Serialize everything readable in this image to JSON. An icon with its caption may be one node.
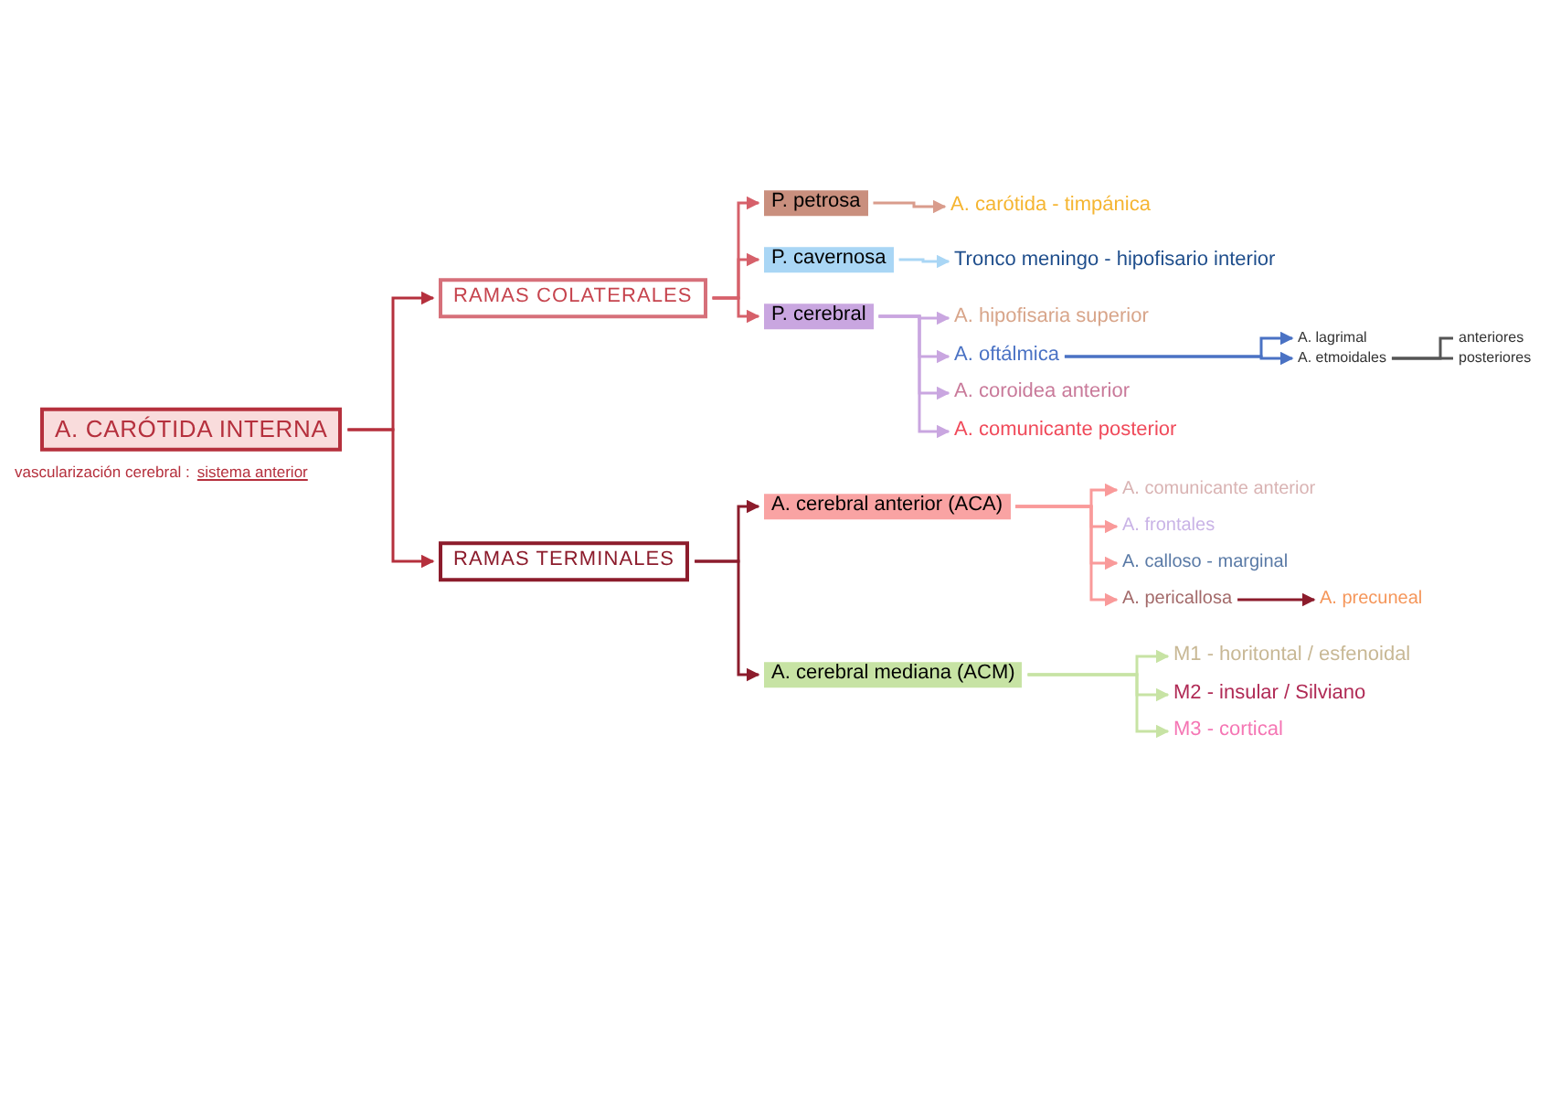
{
  "diagram": {
    "nodes": [
      {
        "text": [
          "A. CARÓTIDA INTERNA"
        ],
        "beside": [
          "vascularización cerebral :",
          "sistema anterior"
        ]
      },
      {
        "text": [
          "RAMAS COLATERALES"
        ]
      },
      {
        "text": [
          "RAMAS TERMINALES"
        ]
      },
      {
        "text": [
          "P. petrosa"
        ]
      },
      {
        "text": [
          "P. cavernosa"
        ]
      },
      {
        "text": [
          "P. cerebral"
        ]
      },
      {
        "text": [
          "A. carótida - timpánica"
        ]
      },
      {
        "text": [
          "Tronco meningo - hipofisario interior"
        ]
      },
      {
        "text": [
          "A. hipofisaria superior"
        ]
      },
      {
        "text": [
          "A. oftálmica"
        ]
      },
      {
        "text": [
          "A. coroidea anterior"
        ]
      },
      {
        "text": [
          "A. comunicante posterior"
        ]
      },
      {
        "text": [
          "A. lagrimal"
        ]
      },
      {
        "text": [
          "A. etmoidales"
        ]
      },
      {
        "text": [
          "anteriores"
        ]
      },
      {
        "text": [
          "posteriores"
        ]
      },
      {
        "text": [
          "A. cerebral anterior (ACA)"
        ]
      },
      {
        "text": [
          "A. cerebral mediana (ACM)"
        ]
      },
      {
        "text": [
          "A. comunicante anterior"
        ]
      },
      {
        "text": [
          "A. frontales"
        ]
      },
      {
        "text": [
          "A. calloso - marginal"
        ]
      },
      {
        "text": [
          "A. pericallosa"
        ]
      },
      {
        "text": [
          "A. precuneal"
        ]
      },
      {
        "text": [
          "M1 - horitontal / esfenoidal"
        ]
      },
      {
        "text": [
          "M2 - insular / Silviano"
        ]
      },
      {
        "text": [
          "M3 - cortical"
        ]
      }
    ],
    "edges": [
      {
        "from": 0,
        "to": 1,
        "arrow": "to",
        "color": "#b5303d"
      },
      {
        "from": 0,
        "to": 2,
        "arrow": "to",
        "color": "#b5303d"
      },
      {
        "from": 1,
        "to": 3,
        "arrow": "to",
        "color": "#d6606a"
      },
      {
        "from": 1,
        "to": 4,
        "arrow": "to",
        "color": "#d6606a"
      },
      {
        "from": 1,
        "to": 5,
        "arrow": "to",
        "color": "#d6606a"
      },
      {
        "from": 3,
        "to": 6,
        "arrow": "to",
        "color": "#d99c8c"
      },
      {
        "from": 4,
        "to": 7,
        "arrow": "to",
        "color": "#a9d6f5"
      },
      {
        "from": 5,
        "to": 8,
        "arrow": "to",
        "color": "#c9a6e0"
      },
      {
        "from": 5,
        "to": 9,
        "arrow": "to",
        "color": "#c9a6e0"
      },
      {
        "from": 5,
        "to": 10,
        "arrow": "to",
        "color": "#c9a6e0"
      },
      {
        "from": 5,
        "to": 11,
        "arrow": "to",
        "color": "#c9a6e0"
      },
      {
        "from": 9,
        "to": 12,
        "arrow": "to",
        "color": "#4a72c4"
      },
      {
        "from": 9,
        "to": 13,
        "arrow": "to",
        "color": "#4a72c4"
      },
      {
        "from": 13,
        "to": 14,
        "arrow": "none",
        "color": "#555555"
      },
      {
        "from": 13,
        "to": 15,
        "arrow": "none",
        "color": "#555555"
      },
      {
        "from": 2,
        "to": 16,
        "arrow": "to",
        "color": "#8c1c2c"
      },
      {
        "from": 2,
        "to": 17,
        "arrow": "to",
        "color": "#8c1c2c"
      },
      {
        "from": 16,
        "to": 18,
        "arrow": "to",
        "color": "#f99a9a"
      },
      {
        "from": 16,
        "to": 19,
        "arrow": "to",
        "color": "#f99a9a"
      },
      {
        "from": 16,
        "to": 20,
        "arrow": "to",
        "color": "#f99a9a"
      },
      {
        "from": 16,
        "to": 21,
        "arrow": "to",
        "color": "#f99a9a"
      },
      {
        "from": 21,
        "to": 22,
        "arrow": "to",
        "color": "#8c1c2c"
      },
      {
        "from": 17,
        "to": 23,
        "arrow": "to",
        "color": "#c7e3a4"
      },
      {
        "from": 17,
        "to": 24,
        "arrow": "to",
        "color": "#c7e3a4"
      },
      {
        "from": 17,
        "to": 25,
        "arrow": "to",
        "color": "#c7e3a4"
      }
    ]
  }
}
